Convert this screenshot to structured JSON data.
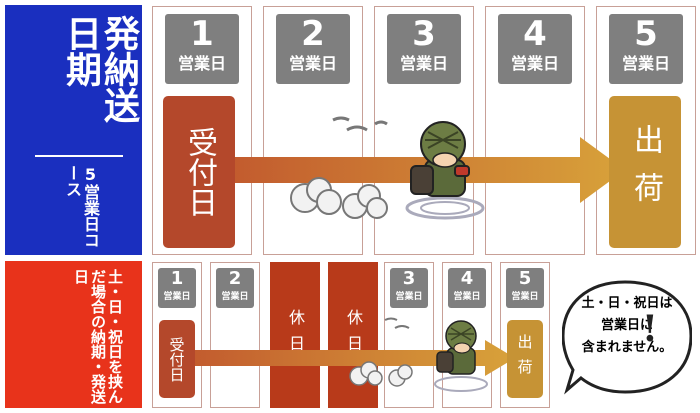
{
  "top": {
    "title": "発納送日期",
    "course": "5営業日コース",
    "days": [
      {
        "n": "1",
        "u": "営業日"
      },
      {
        "n": "2",
        "u": "営業日"
      },
      {
        "n": "3",
        "u": "営業日"
      },
      {
        "n": "4",
        "u": "営業日"
      },
      {
        "n": "5",
        "u": "営業日"
      }
    ],
    "receive": "受付日",
    "ship": "出荷"
  },
  "bottom": {
    "label": "土・日・祝日を挟んだ場合の納期・発送日",
    "days": [
      {
        "n": "1",
        "u": "営業日"
      },
      {
        "n": "2",
        "u": "営業日"
      },
      {
        "n": "3",
        "u": "営業日"
      },
      {
        "n": "4",
        "u": "営業日"
      },
      {
        "n": "5",
        "u": "営業日"
      }
    ],
    "holiday1": "休日",
    "holiday2": "休日",
    "receive": "受付日",
    "ship": "出荷"
  },
  "note": {
    "line1": "土・日・祝日は",
    "line2": "営業日に",
    "line3": "含まれません。",
    "mark": "!"
  },
  "colors": {
    "blue_panel": "#1a2fbf",
    "red_panel": "#e8331b",
    "receive_box": "#b4482b",
    "ship_box": "#c69335",
    "holiday": "#b83a1a",
    "day_tag": "#7f7f7f"
  }
}
